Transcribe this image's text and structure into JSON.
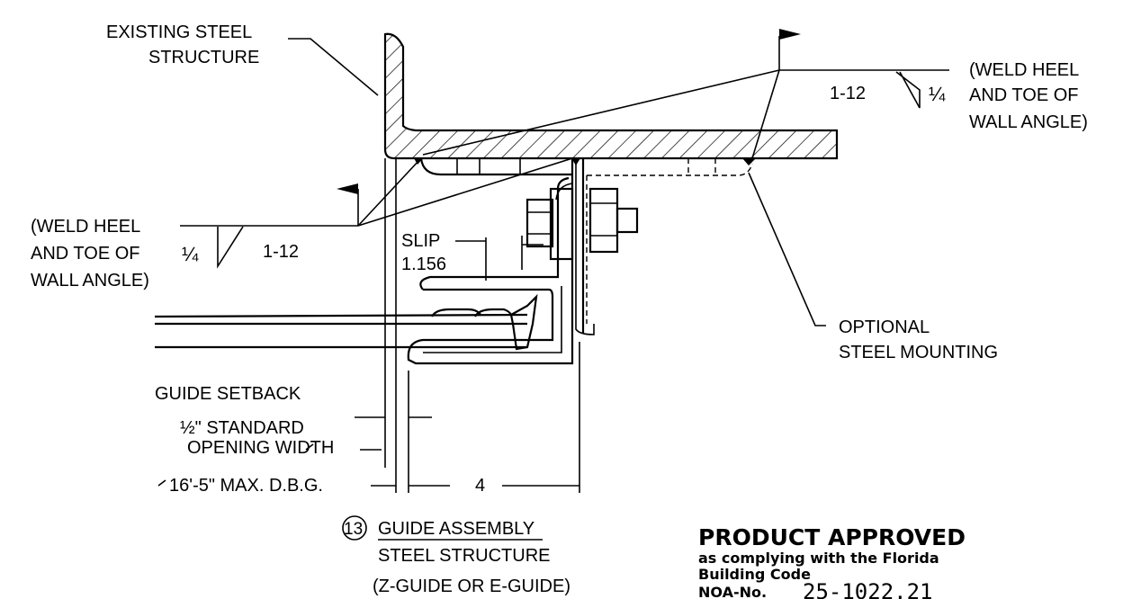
{
  "labels": {
    "existing_steel_1": "EXISTING STEEL",
    "existing_steel_2": "STRUCTURE",
    "weld_right_1": "(WELD HEEL",
    "weld_right_2": "AND TOE OF",
    "weld_right_3": "WALL ANGLE)",
    "weld_right_size": "1-12",
    "weld_right_frac": "¼",
    "weld_left_1": "(WELD HEEL",
    "weld_left_2": "AND TOE OF",
    "weld_left_3": "WALL ANGLE)",
    "weld_left_size": "1-12",
    "weld_left_frac": "¼",
    "slip_1": "SLIP",
    "slip_2": "1.156",
    "optional_1": "OPTIONAL",
    "optional_2": "STEEL MOUNTING",
    "guide_setback": "GUIDE SETBACK",
    "half_standard": "½\" STANDARD",
    "opening_width": "OPENING WIDTH",
    "dbg": "16'-5\" MAX. D.B.G.",
    "dim_4": "4",
    "detail_number": "13",
    "detail_title": "GUIDE ASSEMBLY",
    "detail_sub_1": "STEEL STRUCTURE",
    "detail_sub_2": "(Z-GUIDE OR E-GUIDE)"
  },
  "stamp": {
    "title": "PRODUCT APPROVED",
    "line1": "as complying with the Florida",
    "line2": "Building Code",
    "noa_label": "NOA-No.",
    "noa_value": "25-1022.21"
  }
}
